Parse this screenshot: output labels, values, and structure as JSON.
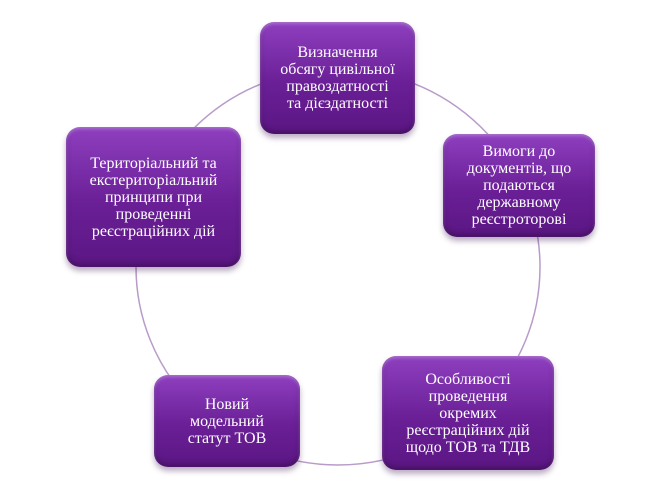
{
  "diagram": {
    "type": "cycle",
    "colors": {
      "node_fill": "#6a1f96",
      "ring_stroke": "#b89bc9",
      "text": "#ffffff"
    },
    "nodes": [
      {
        "id": "n1",
        "lines": [
          "Визначення",
          "обсягу цивільної",
          "правоздатності",
          "та дієздатності"
        ]
      },
      {
        "id": "n2",
        "lines": [
          "Вимоги до",
          "документів, що",
          "подаються",
          "державному",
          "реєстроторові"
        ]
      },
      {
        "id": "n3",
        "lines": [
          "Особливості",
          "проведення",
          "окремих",
          "реєстраційних дій",
          "щодо ТОВ та ТДВ"
        ]
      },
      {
        "id": "n4",
        "lines": [
          "Новий",
          "модельний",
          "статут ТОВ"
        ]
      },
      {
        "id": "n5",
        "lines": [
          "Територіальний та",
          "екстериторіальний",
          "принципи при",
          "проведенні",
          "реєстраційних дій"
        ]
      }
    ]
  }
}
